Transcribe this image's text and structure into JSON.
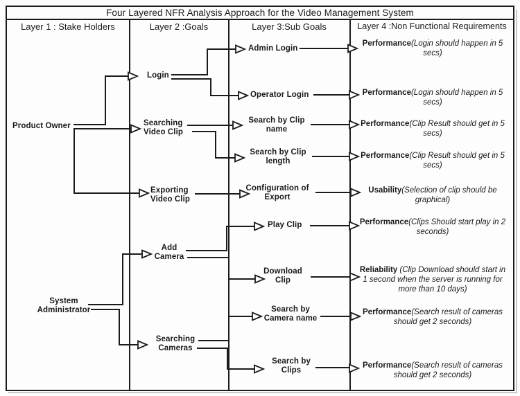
{
  "title": "Four Layered NFR Analysis Approach for the Video Management System",
  "headers": [
    "Layer 1 : Stake Holders",
    "Layer 2 :Goals",
    "Layer 3:Sub Goals",
    "Layer 4 :Non Functional Requirements"
  ],
  "stakeholders": [
    {
      "label": "Product Owner"
    },
    {
      "label": "System\nAdministrator"
    }
  ],
  "goals": [
    {
      "label": "Login"
    },
    {
      "label": "Searching\nVideo Clip"
    },
    {
      "label": "Exporting\nVideo Clip"
    },
    {
      "label": "Add\nCamera"
    },
    {
      "label": "Searching\nCameras"
    }
  ],
  "subgoals": [
    {
      "label": "Admin Login"
    },
    {
      "label": "Operator Login"
    },
    {
      "label": "Search by Clip\nname"
    },
    {
      "label": "Search by Clip\nlength"
    },
    {
      "label": "Configuration of\nExport"
    },
    {
      "label": "Play Clip"
    },
    {
      "label": "Download\nClip"
    },
    {
      "label": "Search by\nCamera name"
    },
    {
      "label": "Search by\nClips"
    }
  ],
  "nfrs": [
    {
      "type": "Performance",
      "detail": "(Login should happen in 5 secs)"
    },
    {
      "type": "Performance",
      "detail": "(Login should happen in 5 secs)"
    },
    {
      "type": "Performance",
      "detail": "(Clip Result should get in 5 secs)"
    },
    {
      "type": "Performance",
      "detail": "(Clip Result should get in 5 secs)"
    },
    {
      "type": "Usability",
      "detail": "(Selection of clip should be graphical)"
    },
    {
      "type": "Performance",
      "detail": "(Clips Should start play in 2 seconds)"
    },
    {
      "type": "Reliability",
      "detail": " (Clip Download should start in 1 second when the server is running for more than 10 days)"
    },
    {
      "type": "Performance",
      "detail": "(Search result of cameras should get 2 seconds)"
    },
    {
      "type": "Performance",
      "detail": "(Search result of cameras should get 2 seconds)"
    }
  ],
  "colors": {
    "line": "#1b1b1b",
    "background": "#fdfdfd"
  }
}
